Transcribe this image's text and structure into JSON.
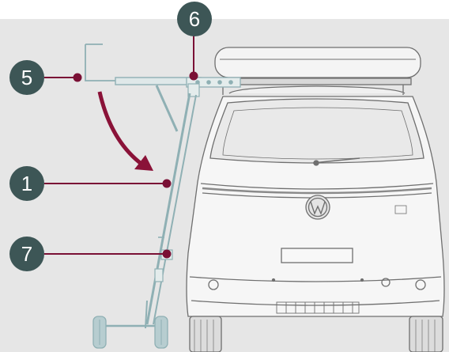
{
  "callouts": {
    "c1": "1",
    "c5": "5",
    "c6": "6",
    "c7": "7"
  },
  "colors": {
    "background": "#e6e6e6",
    "callout_fill": "#3d5656",
    "callout_text": "#ffffff",
    "leader_line": "#7a1035",
    "arrow": "#8a1238",
    "rack_metal": "#8fb0b4",
    "vehicle_outline": "#6f6f6f"
  },
  "icons": {
    "vehicle": "van-rear-view-icon",
    "roof_box": "roof-box-icon",
    "ladder": "loading-ladder-icon",
    "arrow": "curved-arrow-icon",
    "logo": "vw-logo-icon"
  }
}
